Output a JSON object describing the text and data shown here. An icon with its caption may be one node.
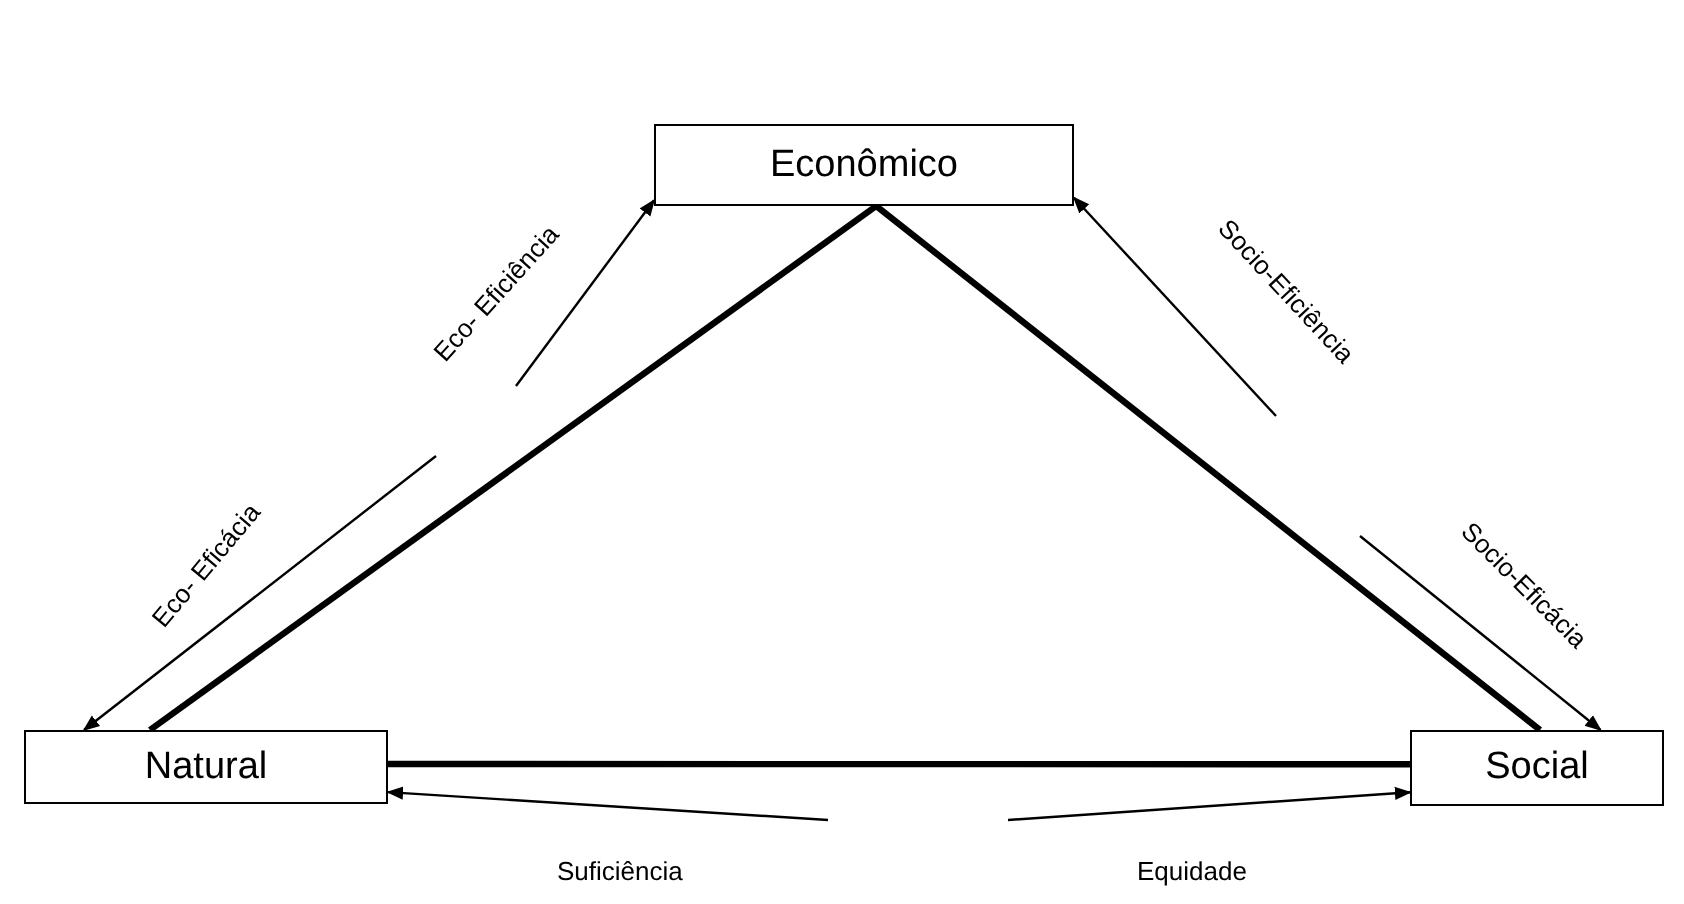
{
  "diagram": {
    "nodes": [
      {
        "text": [
          "Econômico"
        ]
      },
      {
        "text": [
          "Natural"
        ]
      },
      {
        "text": [
          "Social"
        ]
      }
    ],
    "edges": [
      {
        "from": 0,
        "to": 1,
        "arrow": "none",
        "style": "thick"
      },
      {
        "from": 0,
        "to": 2,
        "arrow": "none",
        "style": "thick"
      },
      {
        "from": 1,
        "to": 2,
        "arrow": "none",
        "style": "thick"
      },
      {
        "from": null,
        "to": 0,
        "arrow": "to",
        "label": "Eco- Eficiência"
      },
      {
        "from": null,
        "to": 1,
        "arrow": "to",
        "label": "Eco- Eficácia"
      },
      {
        "from": null,
        "to": 0,
        "arrow": "to",
        "label": "Socio-Eficiência"
      },
      {
        "from": null,
        "to": 2,
        "arrow": "to",
        "label": "Socio-Eficácia"
      },
      {
        "from": null,
        "to": 1,
        "arrow": "to",
        "label": "Suficiência"
      },
      {
        "from": null,
        "to": 2,
        "arrow": "to",
        "label": "Equidade"
      }
    ]
  }
}
